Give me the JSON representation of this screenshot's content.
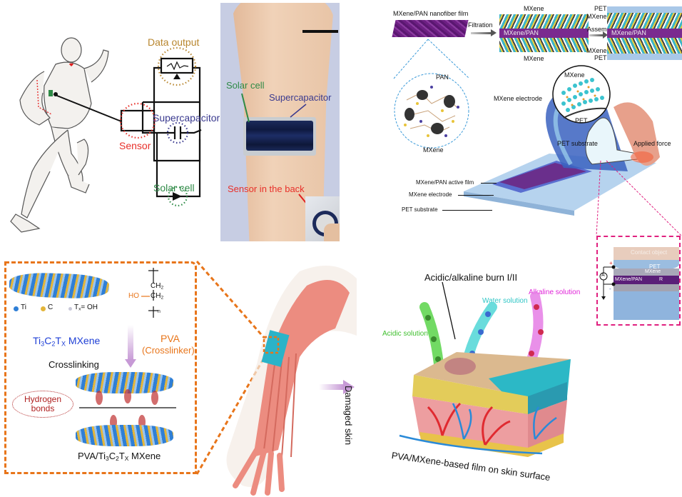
{
  "panel_a": {
    "circuit": {
      "data_output": "Data output",
      "supercapacitor": "Supercapacitor",
      "sensor": "Sensor",
      "solar_cell": "Solar cell"
    },
    "photo": {
      "solar_cell": "Solar cell",
      "supercapacitor": "Supercapacitor",
      "sensor_back": "Sensor in the back"
    },
    "colors": {
      "data_output": "#b8862e",
      "supercapacitor": "#3a3a8f",
      "sensor": "#e8302a",
      "solar_cell": "#2e8a46",
      "photo_bg": "#c7cde3",
      "skin": "#e9c6aa"
    }
  },
  "panel_b": {
    "film_title": "MXene/PAN nanofiber film",
    "filtration": "Filtration",
    "assemble": "Assemble",
    "stack1": {
      "top": "MXene",
      "middle": "MXene/PAN",
      "bottom": "MXene"
    },
    "stack2": {
      "pet_top": "PET",
      "mxene_top": "MXene",
      "middle": "MXene/PAN",
      "mxene_bottom": "MXene",
      "pet_bottom": "PET"
    },
    "zoom_circle": {
      "pan": "PAN",
      "mxene": "MXene"
    },
    "device": {
      "mxene_electrode_top": "MXene electrode",
      "inset_mxene": "MXene",
      "inset_pet": "PET",
      "pet_substrate_top": "PET substrate",
      "applied_force": "Applied force",
      "active_film": "MXene/PAN active film",
      "mxene_electrode": "MXene electrode",
      "pet_substrate": "PET substrate"
    },
    "cross_section": {
      "contact_object": "Contact object",
      "pet": "PET",
      "mxene": "MXene",
      "mxene_pan": "MXene/PAN",
      "r": "R",
      "plus": "+",
      "minus": "-",
      "ammeter": "A"
    },
    "colors": {
      "purple": "#7a2a8f",
      "cyan": "#3bb5c9",
      "pet": "#a9c8e8",
      "magenta": "#e0207f"
    }
  },
  "panel_c": {
    "legend": {
      "ti": "Ti",
      "c": "C",
      "tx": "= OH"
    },
    "mxene_label_main": "Ti",
    "mxene_sub1": "3",
    "mxene_c": "C",
    "mxene_sub2": "2",
    "mxene_t": "T",
    "mxene_subx": "X",
    "mxene_suffix": " MXene",
    "pva": "PVA",
    "crosslinker": "(Crosslinker)",
    "pva_formula": {
      "ch2_top": "CH",
      "ch2_bot": "CH",
      "ho": "HO",
      "n": "n",
      "two": "2"
    },
    "crosslinking": "Crosslinking",
    "hydrogen_bonds": "Hydrogen bonds",
    "product_prefix": "PVA/Ti",
    "product_suffix": " MXene",
    "colors": {
      "ti": "#2f7fd6",
      "c": "#e3b53a",
      "orange": "#e8751a",
      "blue_label": "#1e3fd6",
      "red": "#b02020",
      "arrow": "#c79ad6"
    }
  },
  "panel_d": {
    "damaged_skin": "Damaged skin",
    "burn": "Acidic/alkaline burn I/II",
    "acidic": "Acidic solution",
    "water": "Water solution",
    "alkaline": "Alkaline solution",
    "film_caption": "PVA/MXene-based film on skin surface",
    "colors": {
      "acidic": "#3fbf2e",
      "water": "#2fc6c6",
      "alkaline": "#e021d8"
    }
  }
}
